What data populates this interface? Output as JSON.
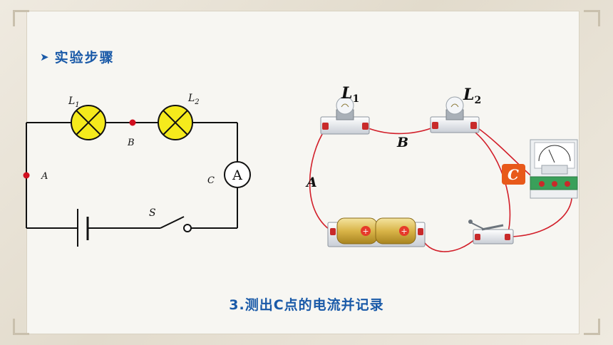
{
  "heading": {
    "arrow_icon": "arrow-right-icon",
    "text": "实验步骤"
  },
  "caption": "3.测出C点的电流并记录",
  "schematic": {
    "lamp1_label": "L",
    "lamp1_sub": "1",
    "lamp2_label": "L",
    "lamp2_sub": "2",
    "point_a": "A",
    "point_b": "B",
    "point_c": "C",
    "switch_label": "S",
    "ammeter_symbol": "A"
  },
  "photo": {
    "lamp1_label": "L",
    "lamp1_sub": "1",
    "lamp2_label": "L",
    "lamp2_sub": "2",
    "wire_a": "A",
    "wire_b": "B",
    "point_c_badge": "C"
  },
  "colors": {
    "heading": "#1a5aa8",
    "lamp_fill": "#f5ea1c",
    "node_dot": "#d10f1f",
    "wire": "#d21f2a",
    "badge": "#e8591a"
  }
}
